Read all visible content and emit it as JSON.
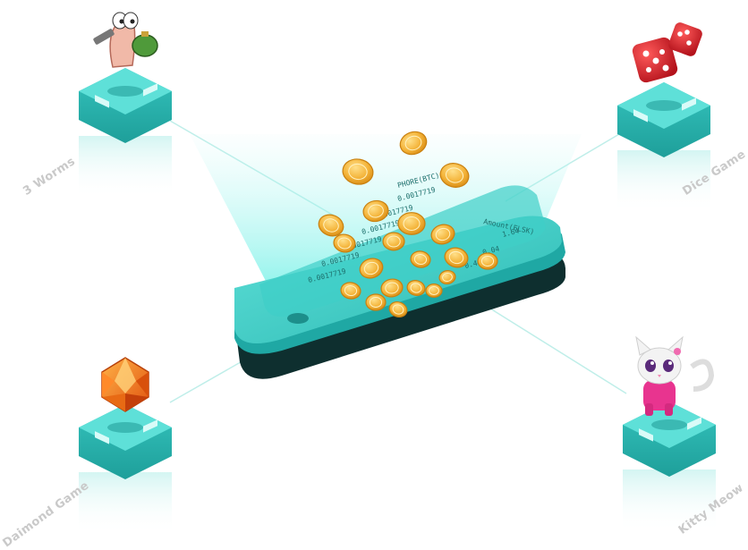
{
  "games": [
    {
      "name": "3 Worms",
      "icon": "worm-character-icon"
    },
    {
      "name": "Dice Game",
      "icon": "dice-icon"
    },
    {
      "name": "Daimond Game",
      "icon": "diamond-gem-icon"
    },
    {
      "name": "Kitty Meow",
      "icon": "kitty-cat-icon"
    }
  ],
  "phone": {
    "screen_headers": [
      "PHORE(BTC)",
      "Amount(ELSK)"
    ],
    "screen_rows": [
      "0.0017719",
      "0.0017719",
      "0.0017719",
      "0.0017719",
      "0.0017719",
      "0.0017719"
    ],
    "screen_values": [
      "1.64",
      "0.04",
      "0.44"
    ]
  },
  "colors": {
    "accent": "#2fc4c0",
    "phone_dark": "#0d3a3a",
    "coin": "#f3b23a",
    "label": "#c9c9c9"
  }
}
